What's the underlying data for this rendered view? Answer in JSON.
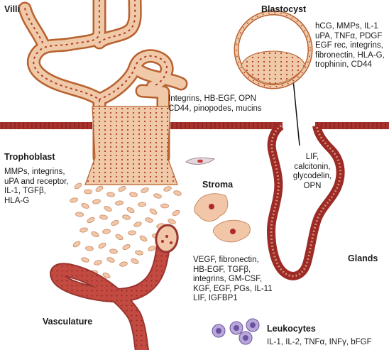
{
  "labels": {
    "villi": "Villi",
    "blastocyst": "Blastocyst",
    "trophoblast": "Trophoblast",
    "stroma": "Stroma",
    "glands": "Glands",
    "vasculature": "Vasculature",
    "leukocytes": "Leukocytes"
  },
  "factors": {
    "blastocyst": [
      "hCG, MMPs, IL-1",
      "uPA, TNFα, PDGF",
      "EGF rec, integrins,",
      "fibronectin, HLA-G,",
      "trophinin, CD44"
    ],
    "surface": [
      "Integrins, HB-EGF, OPN",
      "CD44, pinopodes, mucins"
    ],
    "trophoblast": [
      "MMPs, integrins,",
      "uPA and receptor,",
      "IL-1, TGFβ,",
      "HLA-G"
    ],
    "glands": [
      "LIF,",
      "calcitonin,",
      "glycodelin,",
      "OPN"
    ],
    "vasculature": [
      "VEGF, fibronectin,",
      "HB-EGF, TGFβ,",
      "integrins, GM-CSF,",
      "KGF, EGF, PGs, IL-11",
      "LIF, IGFBP1"
    ],
    "leukocytes": [
      "IL-1, IL-2, TNFα, INFγ, bFGF"
    ]
  },
  "colors": {
    "tissue_fill": "#efc9a8",
    "tissue_stroke": "#b8612f",
    "cell_dot": "#b23a2a",
    "epithelium": "#9c2b26",
    "vessel": "#b8433c",
    "leukocyte": "#8a72b8"
  }
}
